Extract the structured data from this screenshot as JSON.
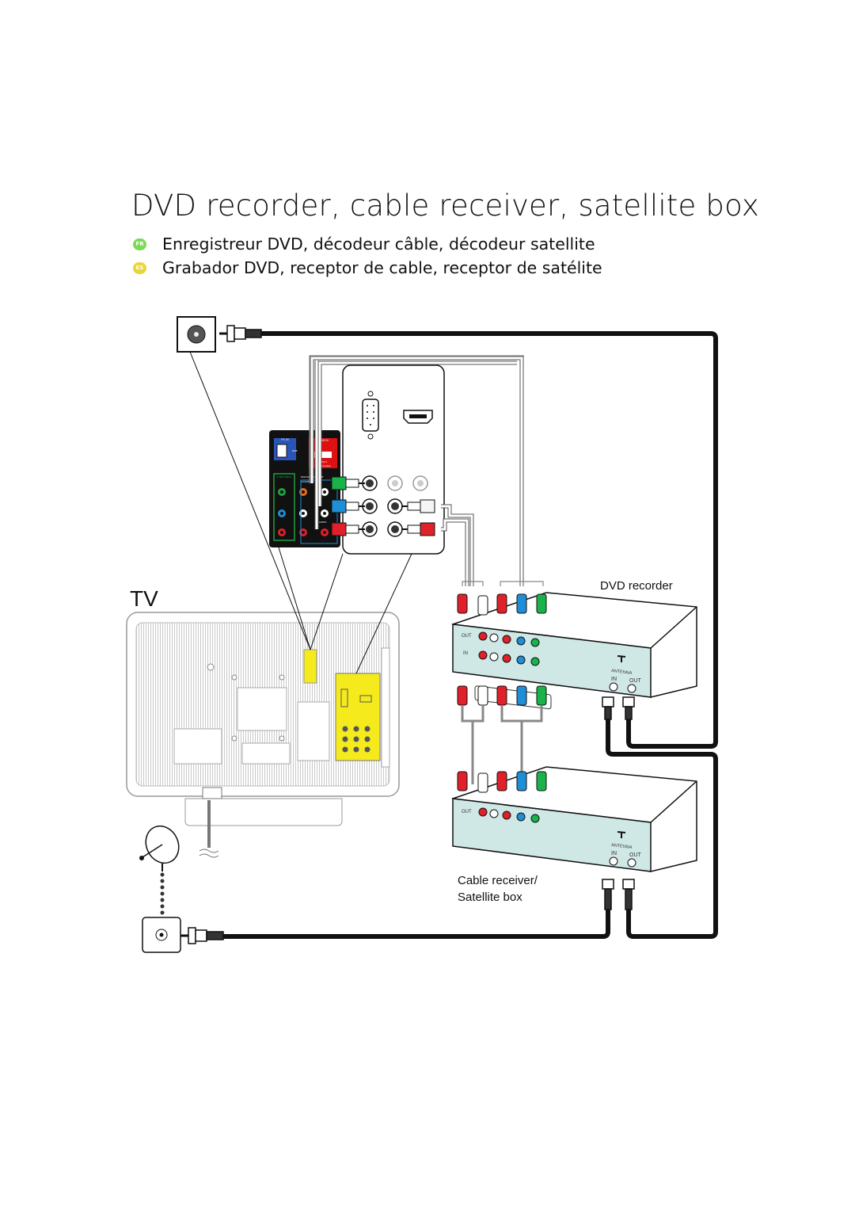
{
  "title": "DVD recorder, cable receiver, satellite box",
  "languages": [
    {
      "code": "FR",
      "color": "#7ed957",
      "text": "Enregistreur DVD, décodeur câble, décodeur satellite"
    },
    {
      "code": "ES",
      "color": "#e8d63a",
      "text": "Grabador DVD, receptor de cable, receptor de satélite"
    }
  ],
  "labels": {
    "tv": "TV",
    "dvd_recorder": "DVD recorder",
    "cable_receiver_line1": "Cable receiver/",
    "cable_receiver_line2": "Satellite box",
    "antenna": "ANTENNA",
    "in": "IN",
    "out": "OUT",
    "port_out": "OUT",
    "port_in": "IN"
  },
  "panel_labels": {
    "pc_in": "PC IN",
    "rgb": "RGB",
    "hdmi_in": "HDMI IN",
    "hdmi_1": "HDMI 1",
    "recommended": "recommended",
    "component": "COMPONENT",
    "digital_audio": "DIGITAL AUDIO OUT",
    "coaxial": "(COAXIAL)",
    "pc_in_audio": "PC IN",
    "audio": "AUDIO"
  },
  "colors": {
    "cable": "#111111",
    "yellow_zoom": "#f5ea1c",
    "device_face": "#cfe8e6",
    "green": "#19b34a",
    "blue": "#1e8fd6",
    "red": "#e0202a",
    "white": "#f5f5f5"
  }
}
